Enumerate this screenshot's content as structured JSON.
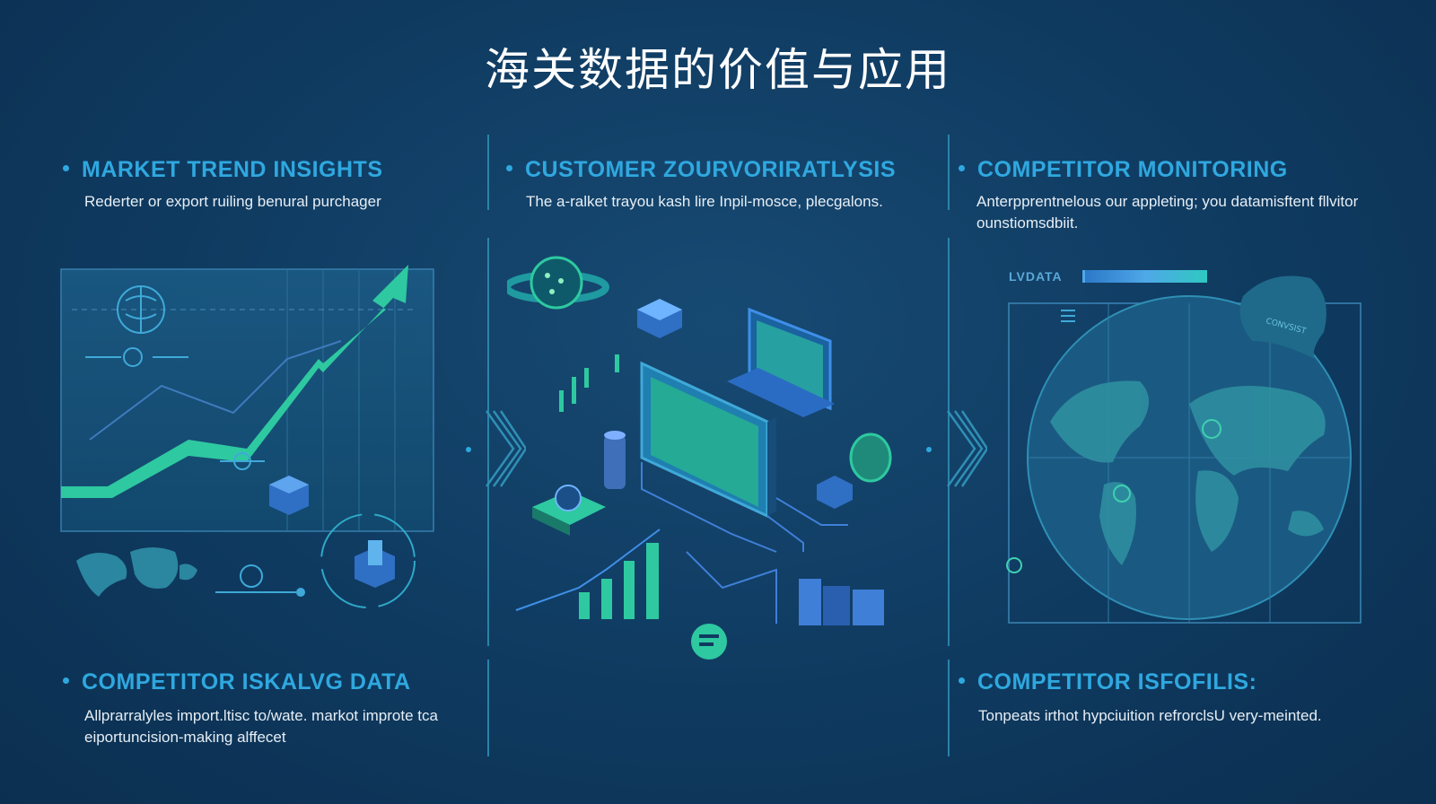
{
  "title": "海关数据的价值与应用",
  "sections": [
    {
      "title": "MARKET TREND INSIGHTS",
      "desc": "Rederter or export ruiling benural purchager"
    },
    {
      "title": "CUSTOMER ZOURVORIRATLYSIS",
      "desc": "The a-ralket trayou kash lire Inpil-mosce, plecgalons."
    },
    {
      "title": "COMPETITOR MONITORING",
      "desc": "Anterpprentnelous our appleting; you datamisftent fllvitor ounstiomsdbiit."
    },
    {
      "title": "COMPETITOR ISKALVG DATA",
      "desc": "Allprarralyles import.ltisc to/wate. markot improte tca eiportuncision-making alffecet"
    },
    {
      "title": "COMPETITOR ISFOFILIS:",
      "desc": "Tonpeats irthot hypciuition refrorclsU very-meinted."
    }
  ],
  "map_panel": {
    "bar_label": "LVDATA",
    "badge_text": "CONVSIST"
  },
  "colors": {
    "background": "#0f3a60",
    "accent": "#2fa8df",
    "green": "#2ec9a0",
    "title": "#ffffff"
  },
  "icons": [
    "brain-icon",
    "arrow-icon",
    "gear-icon",
    "server-icon",
    "world-map-icon",
    "laptop-icon",
    "database-icon",
    "globe-icon",
    "chevron-right-icon",
    "chat-bubble-icon",
    "shield-icon",
    "building-icon"
  ]
}
